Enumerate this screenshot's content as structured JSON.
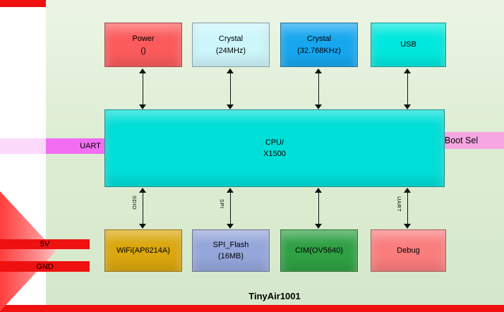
{
  "title": "TinyAir1001",
  "colors": {
    "background_panel": "#ddedd3",
    "accent_red": "#ef1010",
    "uart_bar": "#f26df2",
    "uart_bar_pale": "#fbd9f9",
    "bootsel_bar": "#f7a6e4"
  },
  "top_blocks": [
    {
      "line1": "Power",
      "line2": "()",
      "color": "#fb5b5b"
    },
    {
      "line1": "Crystal",
      "line2": "(24MHz)",
      "color": "#cdf6fb"
    },
    {
      "line1": "Crystal",
      "line2": "(32.768KHz)",
      "color": "#17a7ef"
    },
    {
      "line1": "USB",
      "line2": "",
      "color": "#00e8de"
    }
  ],
  "cpu": {
    "line1": "CPU/",
    "line2": "X1500",
    "color": "#00ded8"
  },
  "bottom_blocks": [
    {
      "line1": "WiFi(AP6214A)",
      "line2": "",
      "color": "#dba70e",
      "bus": "SDIO"
    },
    {
      "line1": "SPI_Flash",
      "line2": "(16MB)",
      "color": "#95a6da",
      "bus": "SPI"
    },
    {
      "line1": "CIM(OV5640)",
      "line2": "",
      "color": "#2fa044",
      "bus": ""
    },
    {
      "line1": "Debug",
      "line2": "",
      "color": "#fa7d7d",
      "bus": "UART"
    }
  ],
  "left_connector": {
    "label": "UART"
  },
  "right_connector": {
    "label": "Boot Sel"
  },
  "power_rails": [
    {
      "label": "5V"
    },
    {
      "label": "GND"
    }
  ]
}
